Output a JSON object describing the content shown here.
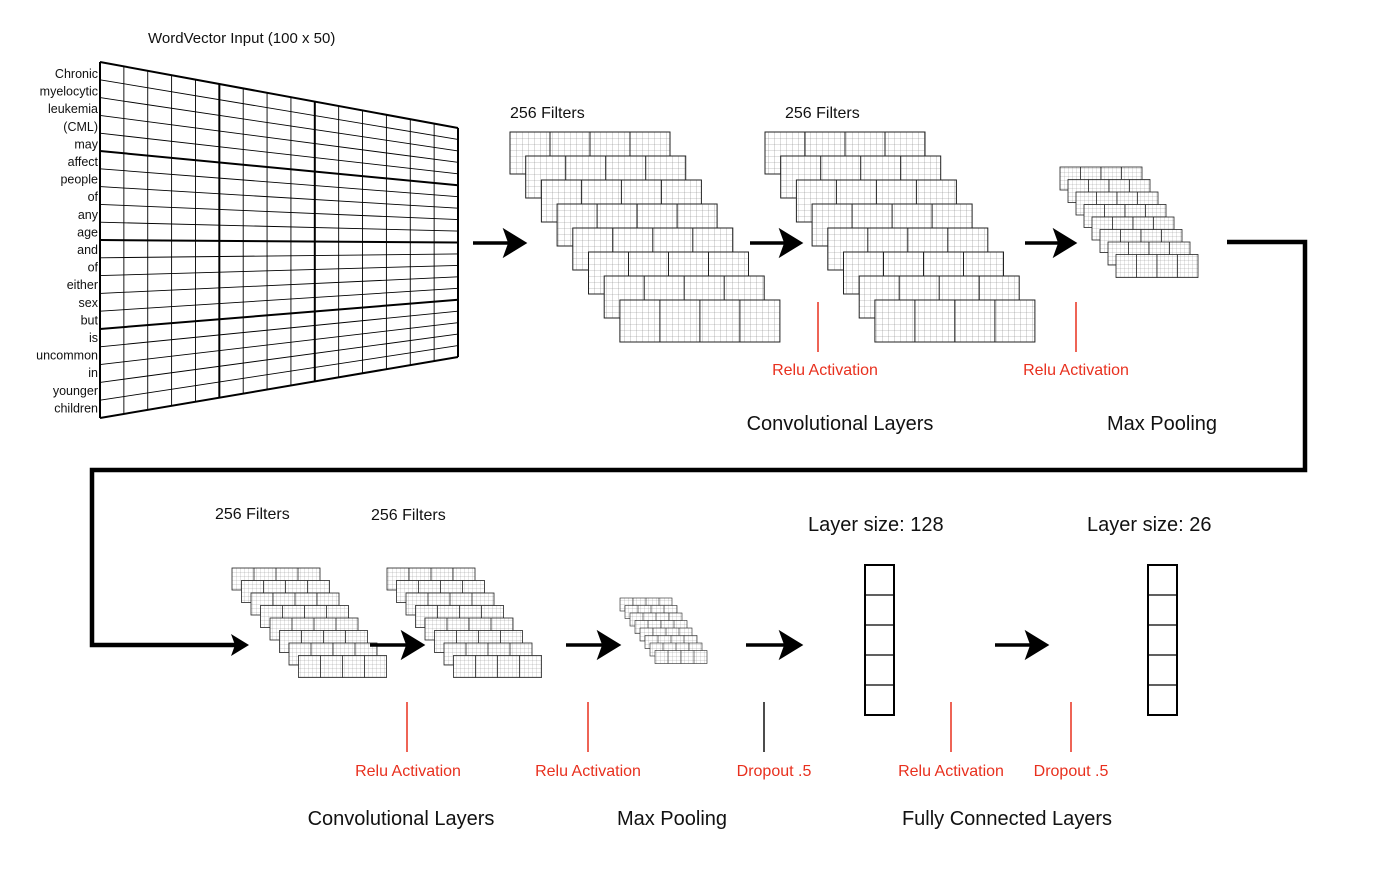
{
  "input": {
    "title": "WordVector Input (100 x 50)",
    "words": [
      "Chronic",
      "myelocytic",
      "leukemia",
      "(CML)",
      "may",
      "affect",
      "people",
      "of",
      "any",
      "age",
      "and",
      "of",
      "either",
      "sex",
      "but",
      "is",
      "uncommon",
      "in",
      "younger",
      "children"
    ]
  },
  "filter_labels": {
    "conv1a": "256 Filters",
    "conv1b": "256 Filters",
    "conv2a": "256 Filters",
    "conv2b": "256 Filters"
  },
  "annotations": {
    "relu_1": "Relu Activation",
    "relu_2": "Relu Activation",
    "relu_3": "Relu Activation",
    "relu_4": "Relu Activation",
    "relu_5": "Relu Activation",
    "dropout_1": "Dropout .5",
    "dropout_2": "Dropout .5"
  },
  "sections": {
    "conv_top": "Convolutional Layers",
    "pool_top": "Max Pooling",
    "conv_bottom": "Convolutional Layers",
    "pool_bottom": "Max Pooling",
    "fully_connected": "Fully Connected Layers"
  },
  "layers": {
    "fc1": "Layer size: 128",
    "fc2": "Layer size: 26"
  },
  "colors": {
    "annotation_red": "#e8301e",
    "ink": "#111111"
  }
}
